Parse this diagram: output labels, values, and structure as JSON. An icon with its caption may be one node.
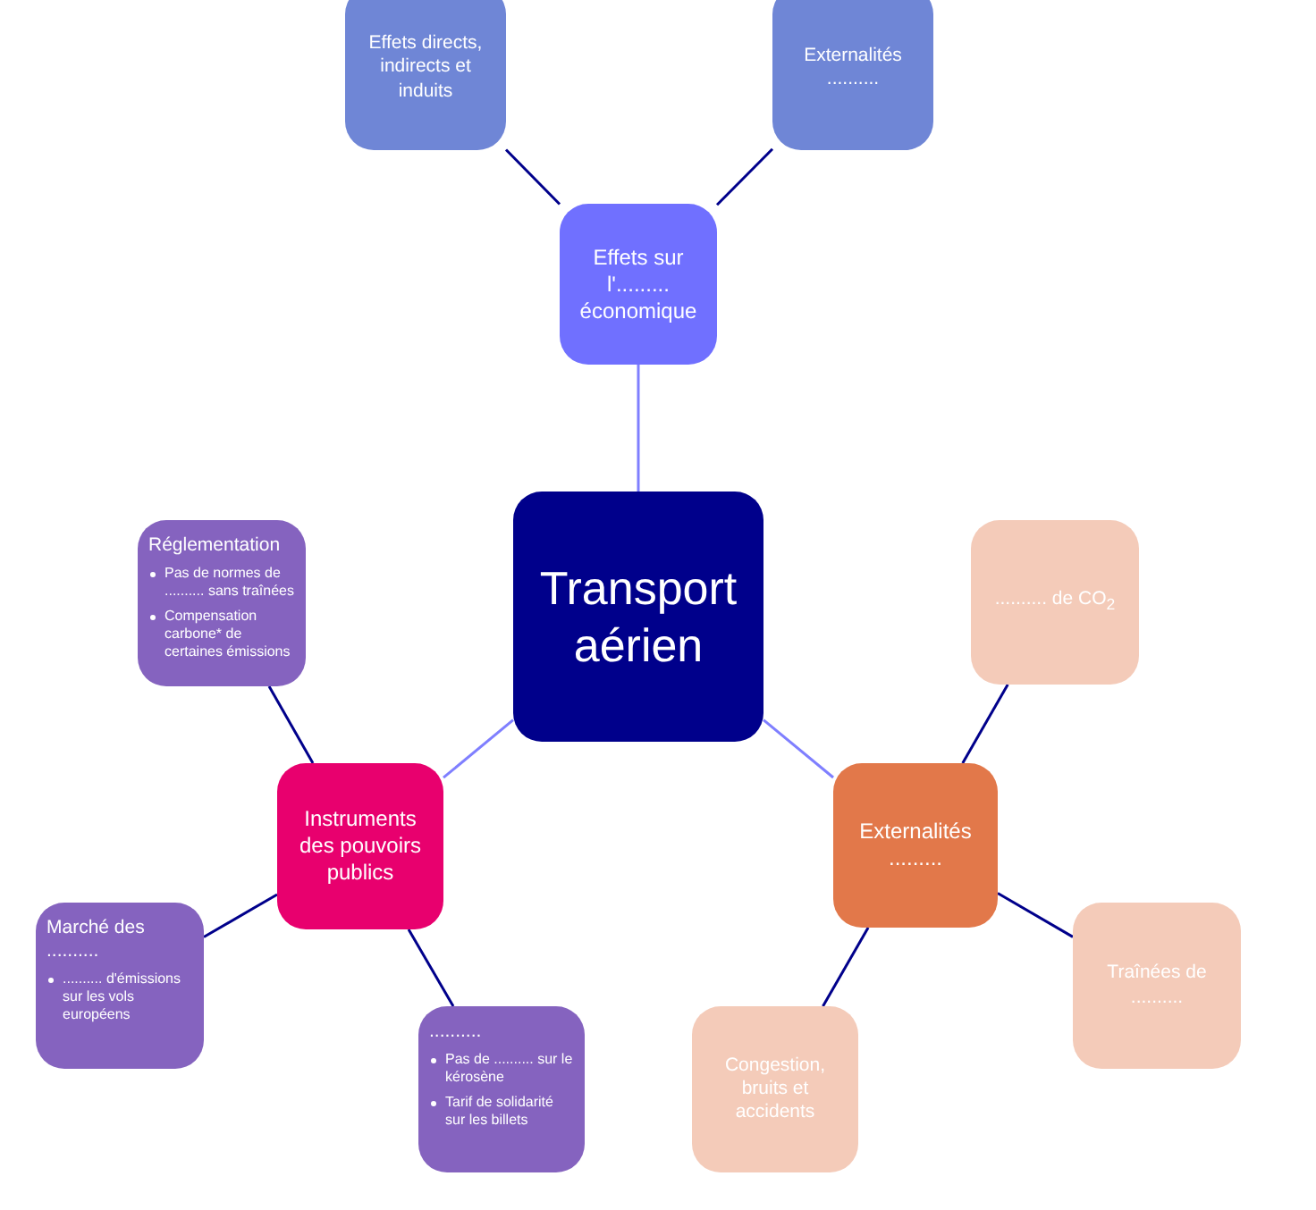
{
  "diagram": {
    "nodes": [
      {
        "text": [
          "Transport aérien"
        ]
      },
      {
        "text": [
          "Effets sur l'......... économique"
        ]
      },
      {
        "text": [
          "Effets directs, indirects et induits"
        ]
      },
      {
        "text": [
          "Externalités .........."
        ]
      },
      {
        "text": [
          "Externalités ........."
        ]
      },
      {
        "text": [
          ".......... de CO$_{2}$"
        ]
      },
      {
        "text": [
          "Traînées de .........."
        ]
      },
      {
        "text": [
          "Congestion, bruits et accidents"
        ]
      },
      {
        "text": [
          "Instruments des pouvoirs publics"
        ]
      },
      {
        "text": [
          "Réglementation",
          "Pas de normes de .......... sans traînées",
          "Compensation carbone* de certaines émissions"
        ]
      },
      {
        "text": [
          "Marché des ..........",
          ".......... d'émissions sur les vols européens"
        ]
      },
      {
        "text": [
          "..........",
          "Pas de .......... sur le kérosène",
          "Tarif de solidarité sur les billets"
        ]
      }
    ],
    "edges": [
      {
        "from": 0,
        "to": 1,
        "arrow": "none",
        "color": "#7f7fff"
      },
      {
        "from": 1,
        "to": 2,
        "arrow": "none"
      },
      {
        "from": 1,
        "to": 3,
        "arrow": "none"
      },
      {
        "from": 0,
        "to": 4,
        "arrow": "none",
        "color": "#7f7fff"
      },
      {
        "from": 4,
        "to": 5,
        "arrow": "none"
      },
      {
        "from": 4,
        "to": 6,
        "arrow": "none"
      },
      {
        "from": 4,
        "to": 7,
        "arrow": "none"
      },
      {
        "from": 0,
        "to": 8,
        "arrow": "none",
        "color": "#7f7fff"
      },
      {
        "from": 8,
        "to": 9,
        "arrow": "none"
      },
      {
        "from": 8,
        "to": 10,
        "arrow": "none"
      },
      {
        "from": 8,
        "to": 11,
        "arrow": "none"
      }
    ]
  }
}
